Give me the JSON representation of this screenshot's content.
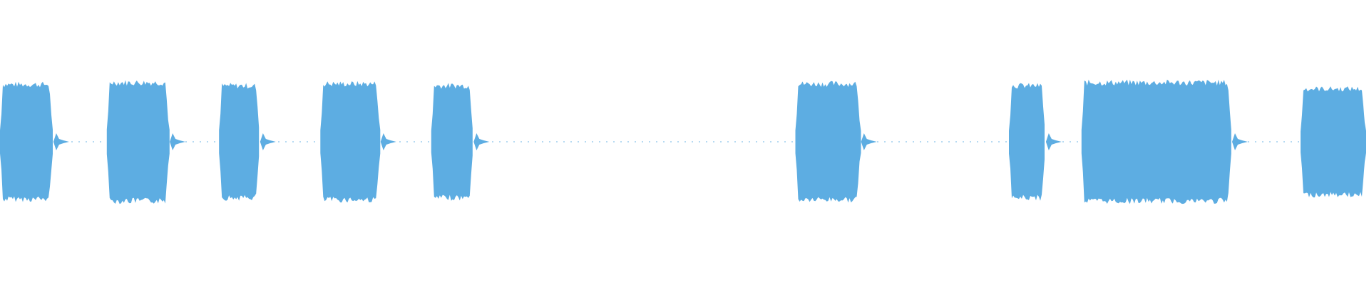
{
  "waveform": {
    "color": "#5DADE2",
    "background": "#FFFFFF",
    "duration_fraction_segments": [
      {
        "start": 0.0,
        "end": 0.039,
        "level": 0.92
      },
      {
        "start": 0.078,
        "end": 0.124,
        "level": 0.95
      },
      {
        "start": 0.16,
        "end": 0.19,
        "level": 0.9
      },
      {
        "start": 0.234,
        "end": 0.278,
        "level": 0.93
      },
      {
        "start": 0.315,
        "end": 0.346,
        "level": 0.9
      },
      {
        "start": 0.581,
        "end": 0.629,
        "level": 0.93
      },
      {
        "start": 0.737,
        "end": 0.764,
        "level": 0.9
      },
      {
        "start": 0.79,
        "end": 0.9,
        "level": 0.95
      },
      {
        "start": 0.95,
        "end": 0.998,
        "level": 0.85
      }
    ]
  }
}
